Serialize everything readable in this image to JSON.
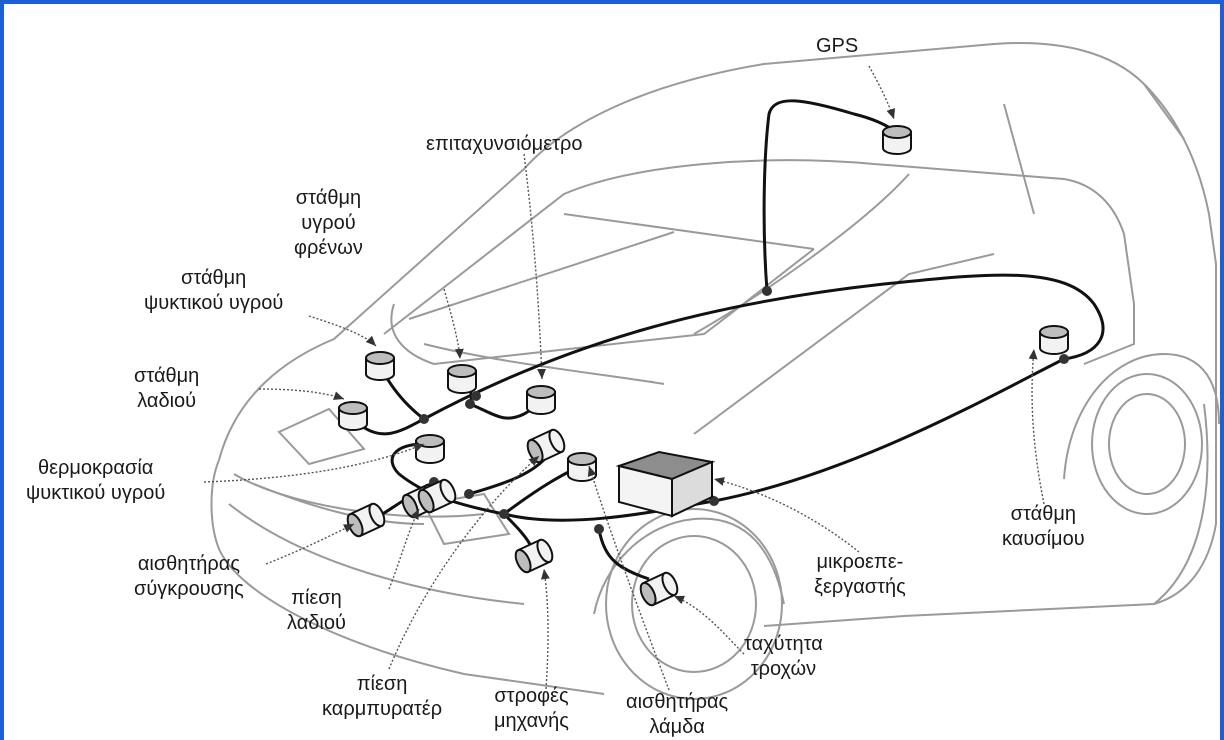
{
  "labels": {
    "gps": [
      "GPS"
    ],
    "accelerometer": [
      "επιταχυνσιόμετρο"
    ],
    "brake_fluid_level": [
      "στάθμη",
      "υγρού",
      "φρένων"
    ],
    "coolant_level": [
      "στάθμη",
      "ψυκτικού υγρού"
    ],
    "oil_level": [
      "στάθμη",
      "λαδιού"
    ],
    "coolant_temperature": [
      "θερμοκρασία",
      "ψυκτικού υγρού"
    ],
    "crash_sensor": [
      "αισθητήρας",
      "σύγκρουσης"
    ],
    "oil_pressure": [
      "πίεση",
      "λαδιού"
    ],
    "carburetor_pressure": [
      "πίεση",
      "καρμπυρατέρ"
    ],
    "engine_rpm": [
      "στροφές",
      "μηχανής"
    ],
    "lambda_sensor": [
      "αισθητήρας",
      "λάμδα"
    ],
    "wheel_speed": [
      "ταχύτητα",
      "τροχών"
    ],
    "microprocessor": [
      "μικροεπε-",
      "ξεργαστής"
    ],
    "fuel_level": [
      "στάθμη",
      "καυσίμου"
    ]
  },
  "colors": {
    "frame_border": "#1f5fd6",
    "car_outline": "#9a9a9a",
    "wiring": "#111111",
    "sensor_fill": "#f2f2f2",
    "sensor_top": "#bdbdbd",
    "leader_line": "#555555"
  }
}
